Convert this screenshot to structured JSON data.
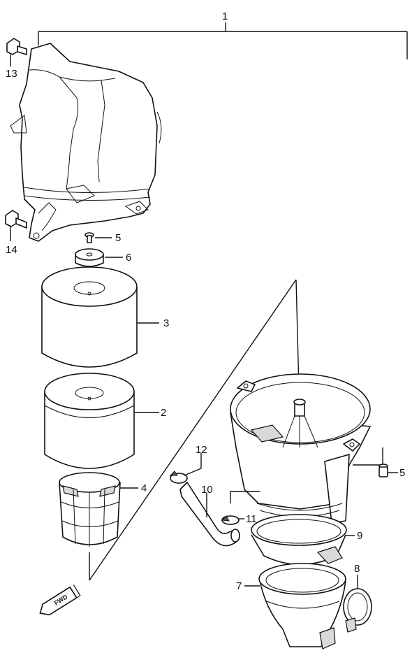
{
  "callouts": {
    "c1": "1",
    "c2": "2",
    "c3": "3",
    "c4": "4",
    "c5a": "5",
    "c5b": "5",
    "c6": "6",
    "c7": "7",
    "c8": "8",
    "c9": "9",
    "c10": "10",
    "c11": "11",
    "c12": "12",
    "c13": "13",
    "c14": "14"
  },
  "fwd_label": "FWD"
}
